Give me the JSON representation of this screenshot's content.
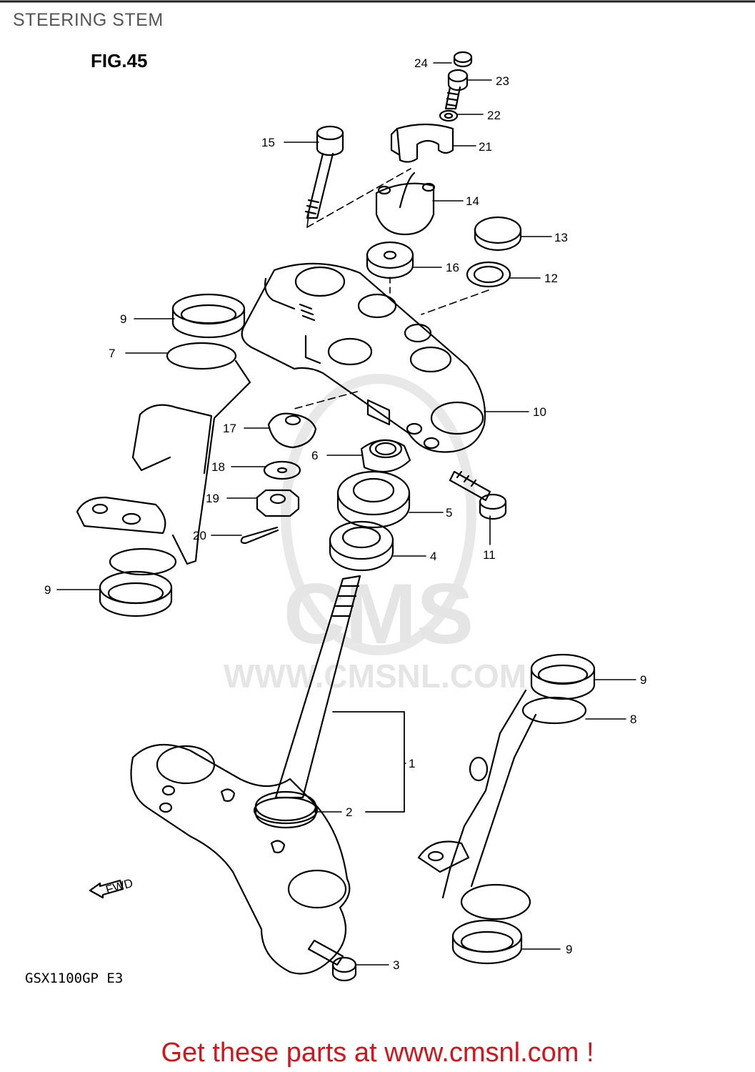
{
  "header": {
    "title": "STEERING STEM"
  },
  "figure": {
    "label": "FIG.45",
    "model_code": "GSX1100GP  E3",
    "fwd_marker": "FWD"
  },
  "watermark": {
    "brand": "CMS",
    "url": "WWW.CMSNL.COM"
  },
  "footer": {
    "promo_text": "Get these parts at www.cmsnl.com !"
  },
  "callouts": [
    {
      "id": "c24",
      "text": "24"
    },
    {
      "id": "c23",
      "text": "23"
    },
    {
      "id": "c22",
      "text": "22"
    },
    {
      "id": "c21",
      "text": "21"
    },
    {
      "id": "c15",
      "text": "15"
    },
    {
      "id": "c14",
      "text": "14"
    },
    {
      "id": "c13",
      "text": "13"
    },
    {
      "id": "c16",
      "text": "16"
    },
    {
      "id": "c12",
      "text": "12"
    },
    {
      "id": "c9a",
      "text": "9"
    },
    {
      "id": "c7",
      "text": "7"
    },
    {
      "id": "c10",
      "text": "10"
    },
    {
      "id": "c17",
      "text": "17"
    },
    {
      "id": "c6",
      "text": "6"
    },
    {
      "id": "c18",
      "text": "18"
    },
    {
      "id": "c19",
      "text": "19"
    },
    {
      "id": "c5",
      "text": "5"
    },
    {
      "id": "c20",
      "text": "20"
    },
    {
      "id": "c4",
      "text": "4"
    },
    {
      "id": "c11",
      "text": "11"
    },
    {
      "id": "c9b",
      "text": "9"
    },
    {
      "id": "c9c",
      "text": "9"
    },
    {
      "id": "c8",
      "text": "8"
    },
    {
      "id": "c1",
      "text": "1"
    },
    {
      "id": "c2",
      "text": "2"
    },
    {
      "id": "c9d",
      "text": "9"
    },
    {
      "id": "c3",
      "text": "3"
    }
  ]
}
